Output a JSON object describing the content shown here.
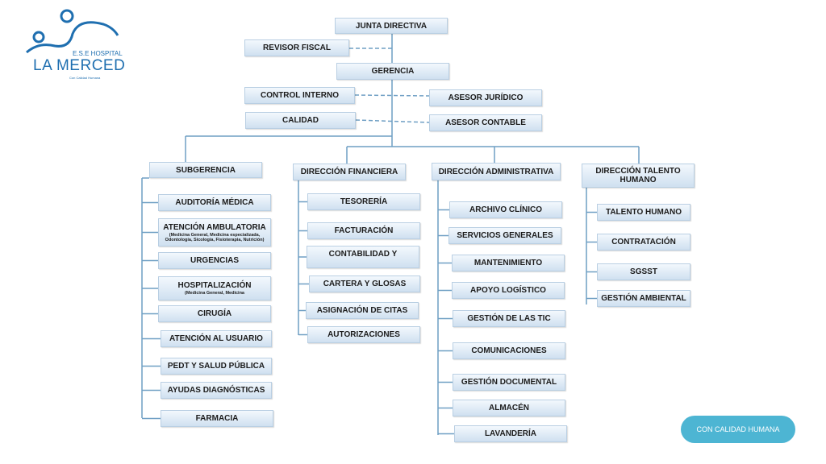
{
  "logo": {
    "line1": "E.S.E HOSPITAL",
    "line2": "LA MERCED",
    "line3": "Con Calidad Humana"
  },
  "top": {
    "junta": "JUNTA DIRECTIVA",
    "revisor": "REVISOR FISCAL",
    "gerencia": "GERENCIA",
    "control": "CONTROL INTERNO",
    "juridico": "ASESOR JURÍDICO",
    "calidad": "CALIDAD",
    "contable": "ASESOR CONTABLE"
  },
  "columns": [
    {
      "head": "SUBGERENCIA",
      "items": [
        {
          "label": "AUDITORÍA MÉDICA"
        },
        {
          "label": "ATENCIÓN AMBULATORIA",
          "sub": "(Medicina General, Medicina especializada, Odontología, Sicología, Fisioterapia, Nutrición)"
        },
        {
          "label": "URGENCIAS"
        },
        {
          "label": "HOSPITALIZACIÓN",
          "sub": "(Medicina General, Medicina"
        },
        {
          "label": "CIRUGÍA"
        },
        {
          "label": "ATENCIÓN AL USUARIO"
        },
        {
          "label": "PEDT Y SALUD PÚBLICA"
        },
        {
          "label": "AYUDAS DIAGNÓSTICAS"
        },
        {
          "label": "FARMACIA"
        }
      ]
    },
    {
      "head": "DIRECCIÓN FINANCIERA",
      "items": [
        {
          "label": "TESORERÍA"
        },
        {
          "label": "FACTURACIÓN"
        },
        {
          "label": "CONTABILIDAD Y"
        },
        {
          "label": "CARTERA Y GLOSAS"
        },
        {
          "label": "ASIGNACIÓN DE CITAS"
        },
        {
          "label": "AUTORIZACIONES"
        }
      ]
    },
    {
      "head": "DIRECCIÓN ADMINISTRATIVA",
      "items": [
        {
          "label": "ARCHIVO CLÍNICO"
        },
        {
          "label": "SERVICIOS GENERALES"
        },
        {
          "label": "MANTENIMIENTO"
        },
        {
          "label": "APOYO LOGÍSTICO"
        },
        {
          "label": "GESTIÓN DE LAS TIC"
        },
        {
          "label": "COMUNICACIONES"
        },
        {
          "label": "GESTIÓN DOCUMENTAL"
        },
        {
          "label": "ALMACÉN"
        },
        {
          "label": "LAVANDERÍA"
        }
      ]
    },
    {
      "head": "DIRECCIÓN TALENTO HUMANO",
      "items": [
        {
          "label": "TALENTO HUMANO"
        },
        {
          "label": "CONTRATACIÓN"
        },
        {
          "label": "SGSST"
        },
        {
          "label": "GESTIÓN AMBIENTAL"
        }
      ]
    }
  ],
  "footer_button": "CON CALIDAD HUMANA",
  "colors": {
    "line": "#6f9fc4",
    "pill": "#4db5d3",
    "logo": "#1f6fb0"
  }
}
